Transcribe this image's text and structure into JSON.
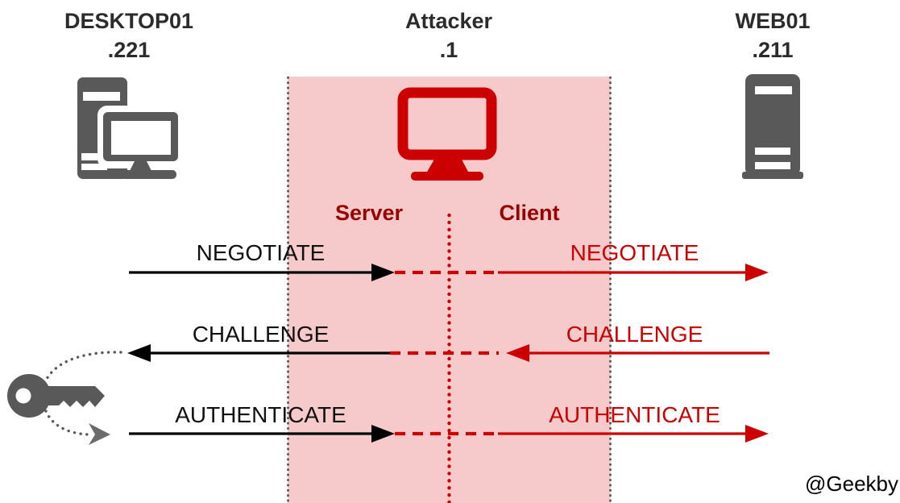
{
  "hosts": [
    {
      "name": "DESKTOP01",
      "ip": ".221"
    },
    {
      "name": "Attacker",
      "ip": ".1"
    },
    {
      "name": "WEB01",
      "ip": ".211"
    }
  ],
  "attacker_roles": {
    "server": "Server",
    "client": "Client"
  },
  "messages": [
    {
      "label": "NEGOTIATE",
      "direction": "right"
    },
    {
      "label": "CHALLENGE",
      "direction": "left"
    },
    {
      "label": "AUTHENTICATE",
      "direction": "right"
    }
  ],
  "watermark": "@Geekby",
  "icons": {
    "left": "desktop-computer-icon",
    "middle": "attacker-monitor-icon",
    "right": "server-tower-icon",
    "bottom_left": "key-icon"
  },
  "colors": {
    "attack_zone_fill": "#f6caca",
    "attack_red": "#cc0000",
    "role_red": "#990000",
    "icon_gray": "#595959",
    "border_dot_gray": "#4d4d4d",
    "text_black": "#111111"
  }
}
